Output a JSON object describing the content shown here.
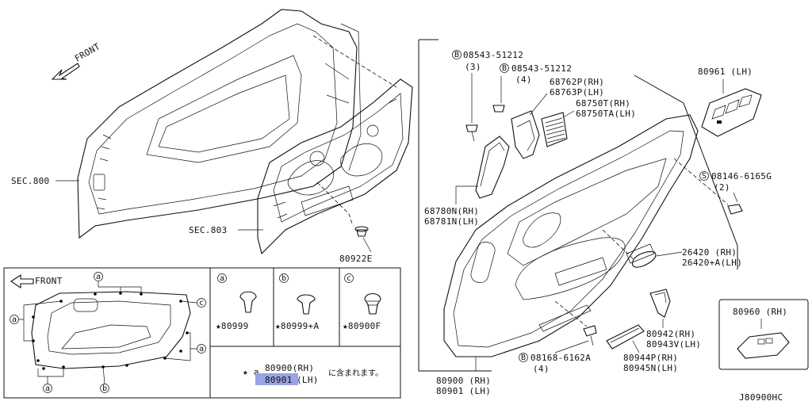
{
  "diagram_id": "J80900HC",
  "front_label": "FRONT",
  "sec_labels": [
    "SEC.800",
    "SEC.803"
  ],
  "parts": {
    "p80922E": "80922E",
    "p80961": "80961 (LH)",
    "p08146": "08146-6165G",
    "p08146_qty": "(2)",
    "p08543a": "08543-51212",
    "p08543a_qty": "(3)",
    "p08543b": "08543-51212",
    "p08543b_qty": "(4)",
    "p68762P": "68762P(RH)",
    "p68763P": "68763P(LH)",
    "p68750T": "68750T(RH)",
    "p68750TA": "68750TA(LH)",
    "p68780N": "68780N(RH)",
    "p68781N": "68781N(LH)",
    "p26420": "26420 (RH)",
    "p26420A": "26420+A(LH)",
    "p80942": "80942(RH)",
    "p80943V": "80943V(LH)",
    "p80944P": "80944P(RH)",
    "p80945N": "80945N(LH)",
    "p08168": "08168-6162A",
    "p08168_qty": "(4)",
    "p80900": "80900 (RH)",
    "p80901": "80901 (LH)",
    "p80960": "80960 (RH)"
  },
  "clip_box": {
    "a_label": "a",
    "b_label": "b",
    "c_label": "c",
    "a_part": "★80999",
    "b_part": "★80999+A",
    "c_part": "★80900F"
  },
  "note": {
    "star_a": "★ a",
    "line1": "80900(RH)",
    "line2_highlight": "80901",
    "line2_suffix": "(LH)",
    "japanese": "に含まれます。",
    "highlight_color": "#9aa3e6"
  },
  "circle_markers": {
    "S": "S",
    "B": "B"
  }
}
